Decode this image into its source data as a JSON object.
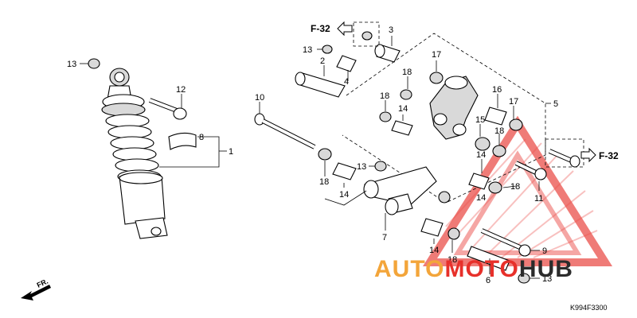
{
  "diagram": {
    "code": "K994F3300",
    "front_marker": "FR.",
    "ref_labels": [
      "F-32",
      "F-32"
    ],
    "part_numbers": [
      "1",
      "2",
      "3",
      "4",
      "5",
      "6",
      "7",
      "8",
      "9",
      "10",
      "11",
      "12",
      "13",
      "13",
      "13",
      "13",
      "14",
      "14",
      "14",
      "14",
      "14",
      "15",
      "16",
      "17",
      "17",
      "18",
      "18",
      "18",
      "18",
      "18",
      "18"
    ],
    "watermark": {
      "part1": "AUTO",
      "part2": "MOTO",
      "part3": "HUB"
    }
  },
  "colors": {
    "watermark_orange": "#f3a53a",
    "watermark_red": "#e7302a",
    "watermark_dark": "#2b2b2b",
    "line": "#000000"
  }
}
